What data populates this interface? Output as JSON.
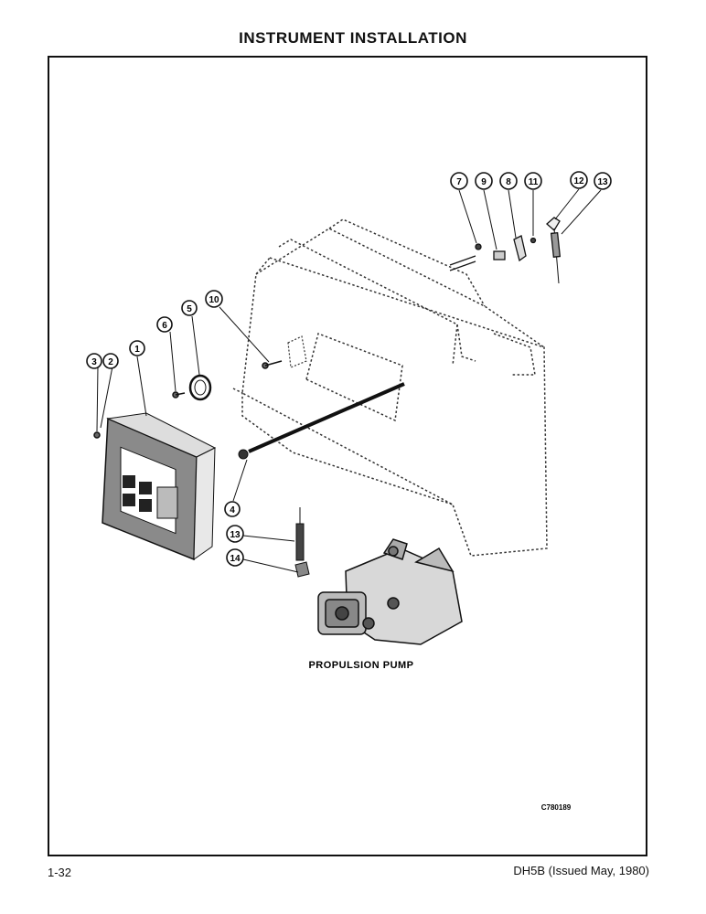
{
  "page": {
    "title": "INSTRUMENT INSTALLATION",
    "page_number": "1-32",
    "doc_reference": "DH5B (Issued May, 1980)"
  },
  "illustration": {
    "caption": "PROPULSION PUMP",
    "drawing_code": "C780189",
    "callouts": [
      "1",
      "2",
      "3",
      "4",
      "5",
      "6",
      "7",
      "8",
      "9",
      "10",
      "11",
      "12",
      "13",
      "14"
    ]
  }
}
